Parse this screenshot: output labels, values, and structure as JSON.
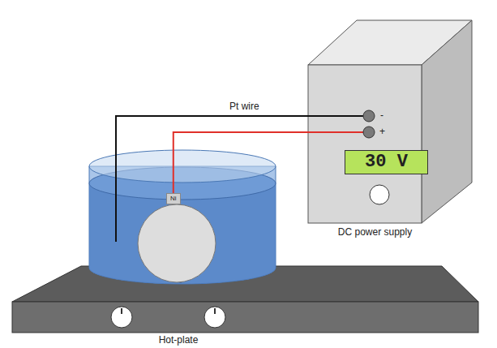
{
  "diagram": {
    "nodes": [
      {
        "text": [
          "DC power supply"
        ]
      },
      {
        "text": [
          "30 V"
        ],
        "in": 0
      },
      {
        "text": [
          "Ni"
        ]
      },
      {
        "text": [
          "Hot-plate"
        ]
      }
    ],
    "edges": [
      {
        "from": 2,
        "to": 0,
        "arrow": "none"
      }
    ],
    "labels": [
      "Pt wire",
      "-",
      "+"
    ]
  }
}
